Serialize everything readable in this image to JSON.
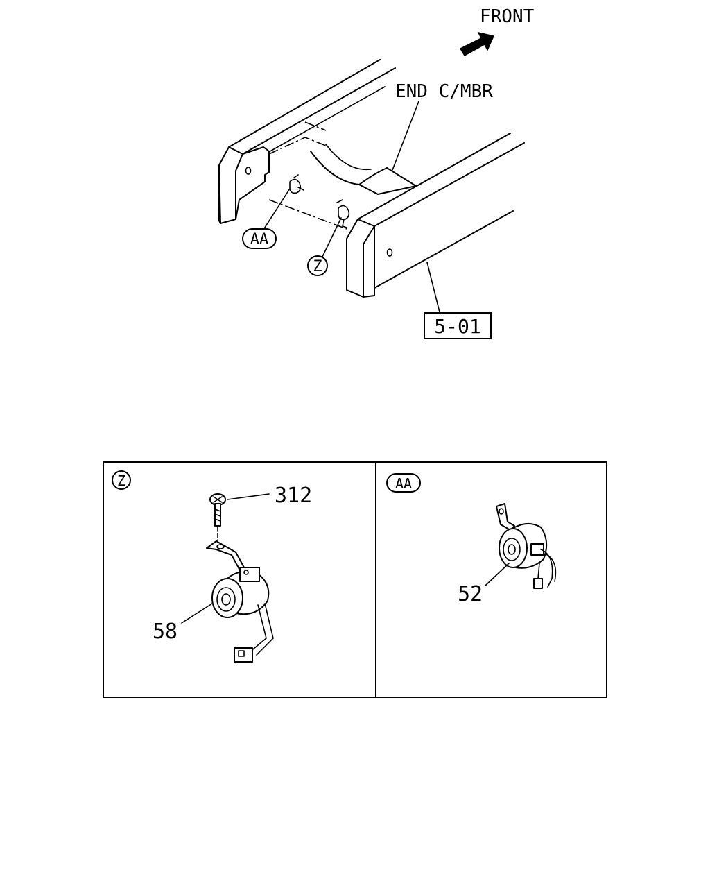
{
  "labels": {
    "front": "FRONT",
    "end_member": "END C/MBR",
    "ref_box": "5-01",
    "callout_aa": "AA",
    "callout_z": "Z"
  },
  "detail_z": {
    "tag": "Z",
    "part_bolt": "312",
    "part_sensor": "58"
  },
  "detail_aa": {
    "tag": "AA",
    "part_sensor": "52"
  }
}
